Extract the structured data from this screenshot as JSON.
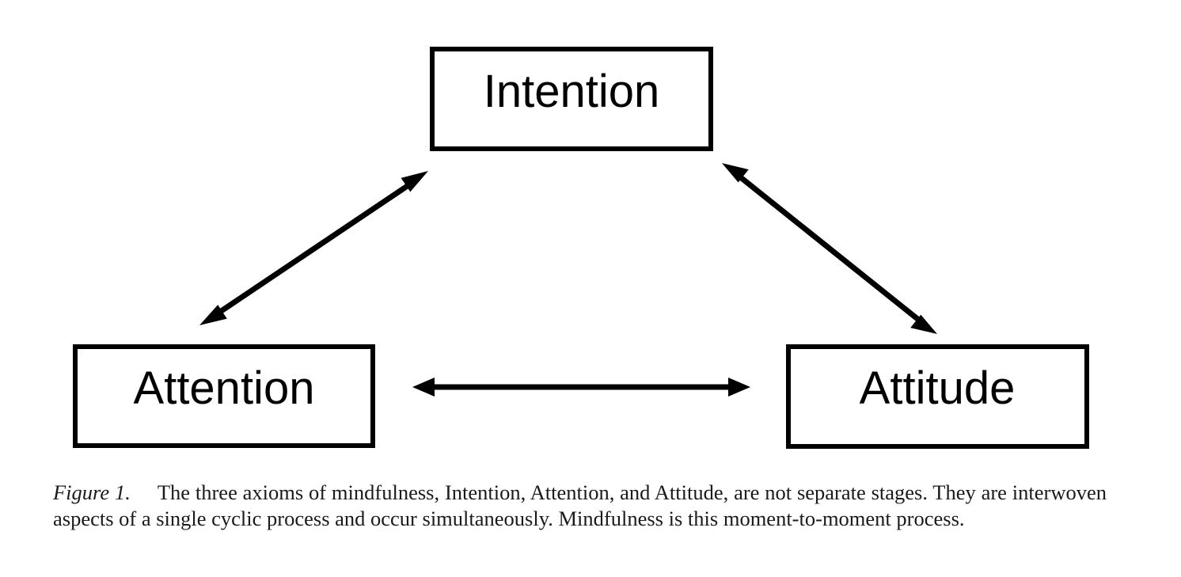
{
  "diagram": {
    "nodes": [
      {
        "id": "intention",
        "label": "Intention"
      },
      {
        "id": "attention",
        "label": "Attention"
      },
      {
        "id": "attitude",
        "label": "Attitude"
      }
    ],
    "edges": [
      {
        "from": "intention",
        "to": "attention",
        "directed": "both"
      },
      {
        "from": "intention",
        "to": "attitude",
        "directed": "both"
      },
      {
        "from": "attention",
        "to": "attitude",
        "directed": "both"
      }
    ]
  },
  "caption": {
    "label": "Figure 1.",
    "text": "The three axioms of mindfulness, Intention, Attention, and Attitude, are not separate stages. They are interwoven aspects of a single cyclic process and occur simultaneously. Mindfulness is this moment-to-moment process."
  },
  "colors": {
    "ink": "#000000",
    "caption_text": "#1a1a1a",
    "background": "#ffffff"
  }
}
